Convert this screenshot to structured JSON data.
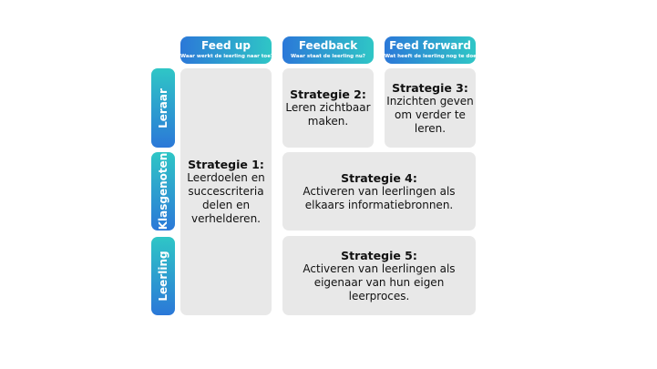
{
  "columns": [
    {
      "title": "Feed up",
      "subtitle": "Waar werkt de leerling naar toe?"
    },
    {
      "title": "Feedback",
      "subtitle": "Waar staat de leerling nu?"
    },
    {
      "title": "Feed forward",
      "subtitle": "Wat heeft de leerling nog te doen?"
    }
  ],
  "rows": [
    {
      "label": "Leraar"
    },
    {
      "label": "Klasgenoten"
    },
    {
      "label": "Leerling"
    }
  ],
  "strategies": [
    {
      "title": "Strategie 1:",
      "text": "Leerdoelen en\nsuccescriteria\ndelen en\nverhelderen."
    },
    {
      "title": "Strategie 2:",
      "text": "Leren zichtbaar\nmaken."
    },
    {
      "title": "Strategie 3:",
      "text": "Inzichten geven\nom verder te\nleren."
    },
    {
      "title": "Strategie 4:",
      "text": "Activeren van leerlingen als\nelkaars informatiebronnen."
    },
    {
      "title": "Strategie 5:",
      "text": "Activeren van leerlingen als\neigenaar van hun eigen\nleerproces."
    }
  ],
  "colors": {
    "gradient_start": "#2b78d8",
    "gradient_end": "#2fc6c6",
    "cell": "#e8e8e8"
  }
}
